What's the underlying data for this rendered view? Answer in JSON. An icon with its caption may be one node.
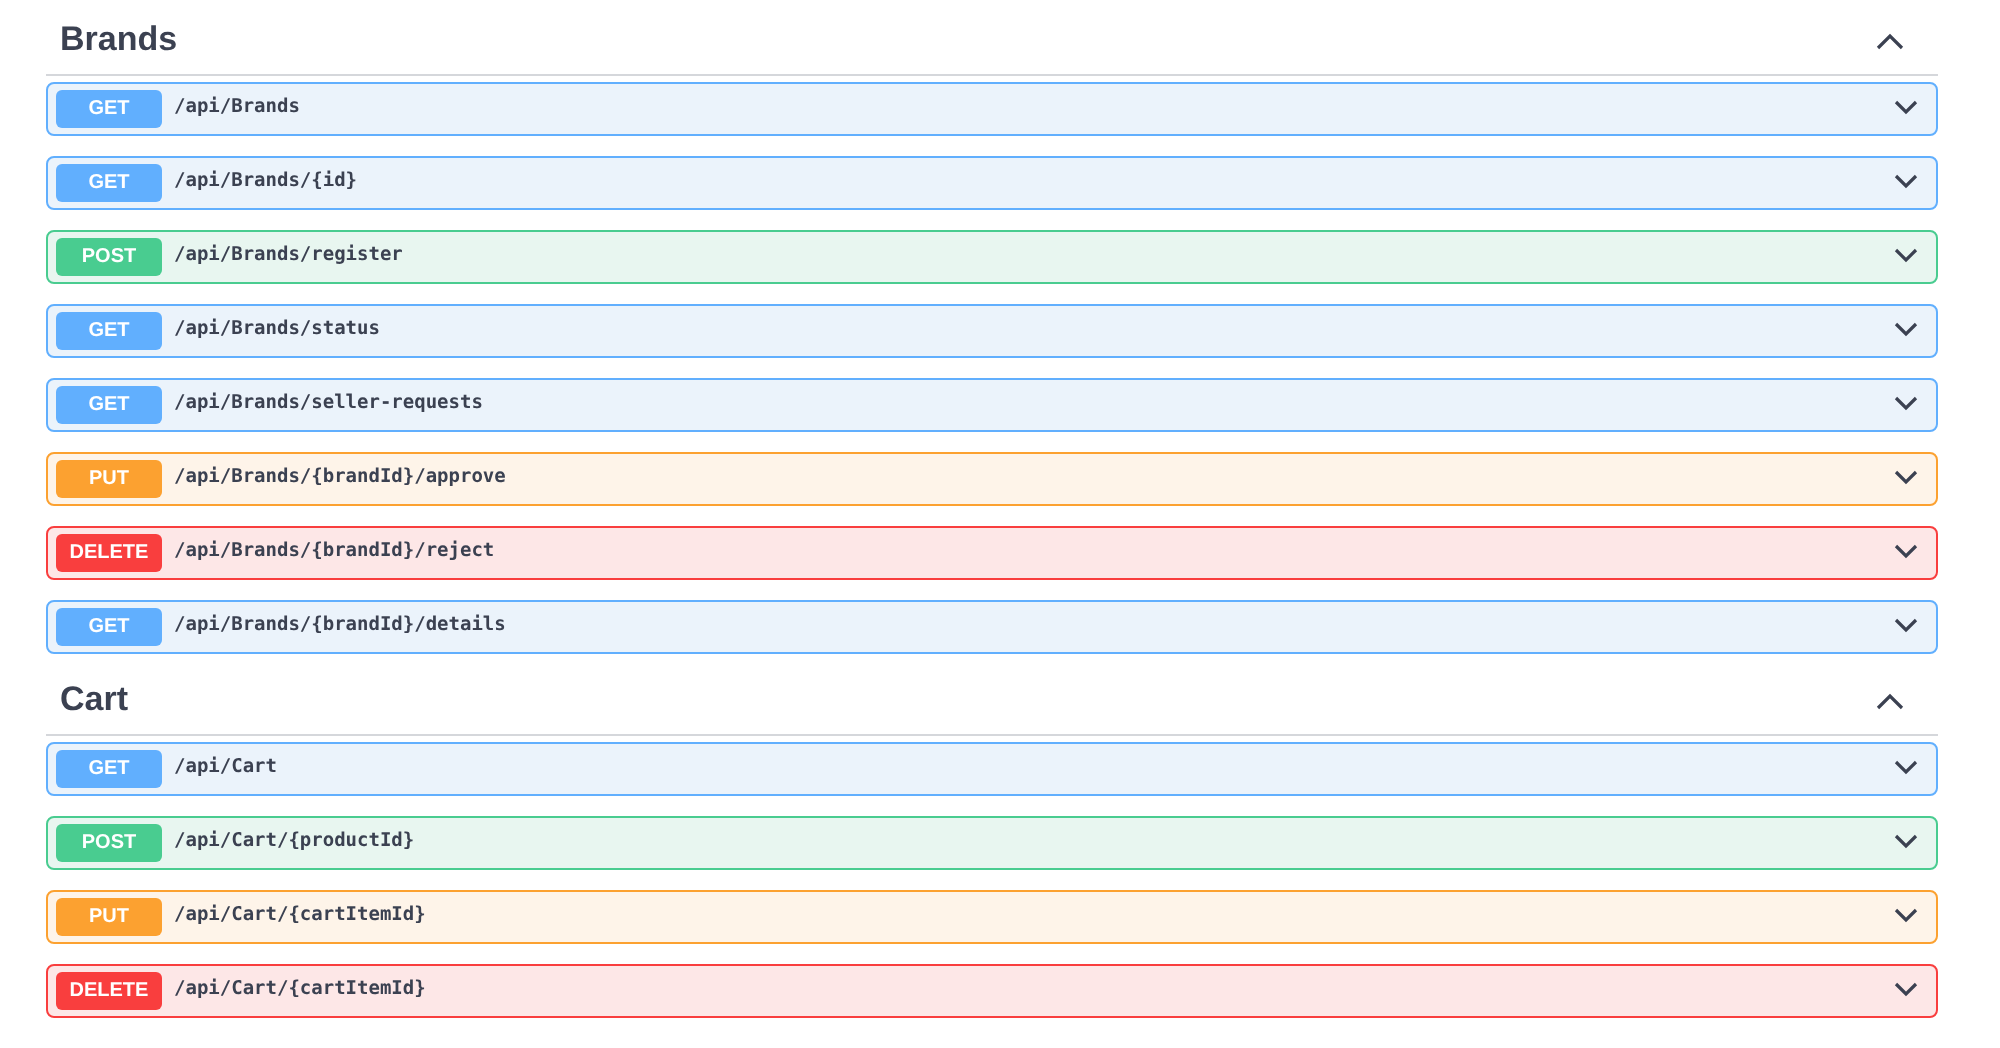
{
  "diagram": {
    "nodes": [
      {
        "text": [
          "GET",
          "/api/Brands"
        ]
      },
      {
        "text": [
          "GET",
          "/api/Brands/{id}"
        ]
      },
      {
        "text": [
          "POST",
          "/api/Brands/register"
        ]
      },
      {
        "text": [
          "GET",
          "/api/Brands/status"
        ]
      },
      {
        "text": [
          "GET",
          "/api/Brands/seller-requests"
        ]
      },
      {
        "text": [
          "PUT",
          "/api/Brands/{brandId}/approve"
        ]
      },
      {
        "text": [
          "DELETE",
          "/api/Brands/{brandId}/reject"
        ]
      },
      {
        "text": [
          "GET",
          "/api/Brands/{brandId}/details"
        ]
      },
      {
        "text": [
          "GET",
          "/api/Cart"
        ]
      },
      {
        "text": [
          "POST",
          "/api/Cart/{productId}"
        ]
      },
      {
        "text": [
          "PUT",
          "/api/Cart/{cartItemId}"
        ]
      },
      {
        "text": [
          "DELETE",
          "/api/Cart/{cartItemId}"
        ]
      }
    ],
    "labels": [
      "Brands",
      "Cart"
    ]
  }
}
